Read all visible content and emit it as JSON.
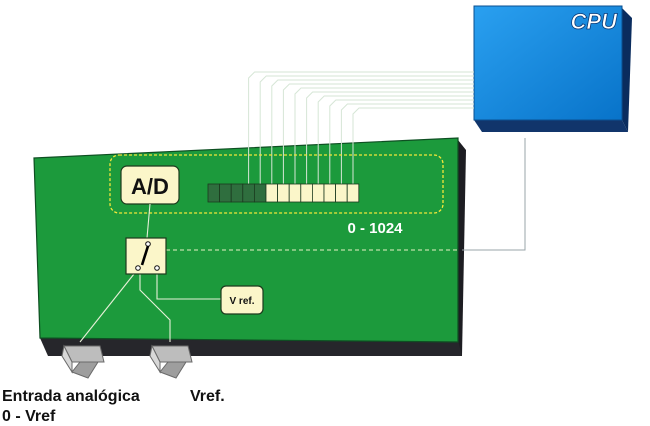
{
  "cpu": {
    "label": "CPU"
  },
  "adc": {
    "label": "A/D"
  },
  "range": {
    "label": "0 - 1024"
  },
  "vref_box": {
    "label": "V ref."
  },
  "captions": {
    "input_line1": "Entrada analógica",
    "input_line2": "0 - Vref",
    "vref": "Vref."
  },
  "colors": {
    "cpu": "#0b86e0",
    "board": "#1c9a3c",
    "block": "#fbf6c9",
    "bit_off": "#2f6e3e",
    "bit_on": "#fbf6c9"
  },
  "bits": {
    "total": 13,
    "dark": 5
  }
}
